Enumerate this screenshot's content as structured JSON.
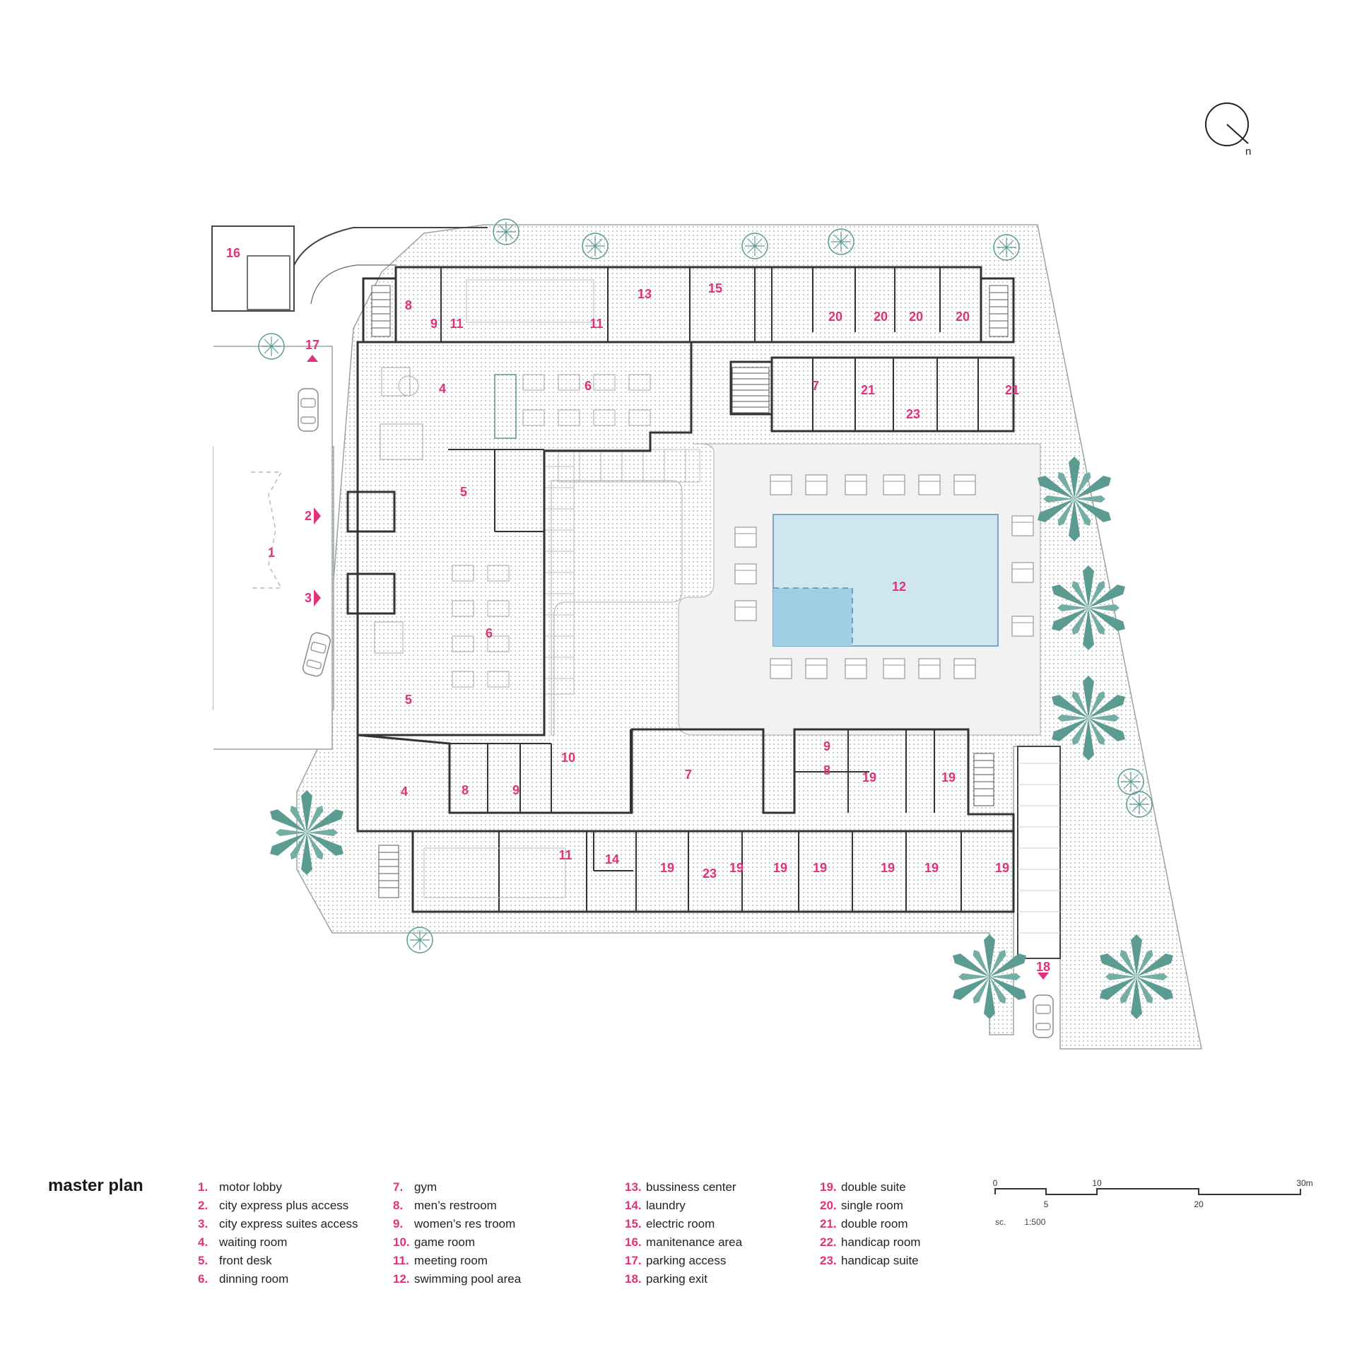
{
  "title": "master plan",
  "north_label": "n",
  "colors": {
    "accent": "#e0317a",
    "pool": "#cfe6f1",
    "pool_shallow": "#9fcfe4",
    "walls": "#333333",
    "landscape": "#9aa59f",
    "palm": "#5b9b92"
  },
  "legend": [
    {
      "num": "1.",
      "label": "motor lobby"
    },
    {
      "num": "2.",
      "label": "city express plus access"
    },
    {
      "num": "3.",
      "label": "city express suites access"
    },
    {
      "num": "4.",
      "label": "waiting room"
    },
    {
      "num": "5.",
      "label": "front desk"
    },
    {
      "num": "6.",
      "label": "dinning room"
    },
    {
      "num": "7.",
      "label": "gym"
    },
    {
      "num": "8.",
      "label": "men’s restroom"
    },
    {
      "num": "9.",
      "label": "women’s res troom"
    },
    {
      "num": "10.",
      "label": "game room"
    },
    {
      "num": "11.",
      "label": "meeting room"
    },
    {
      "num": "12.",
      "label": "swimming pool area"
    },
    {
      "num": "13.",
      "label": "bussiness center"
    },
    {
      "num": "14.",
      "label": "laundry"
    },
    {
      "num": "15.",
      "label": "electric room"
    },
    {
      "num": "16.",
      "label": "manitenance area"
    },
    {
      "num": "17.",
      "label": "parking access"
    },
    {
      "num": "18.",
      "label": "parking exit"
    },
    {
      "num": "19.",
      "label": "double suite"
    },
    {
      "num": "20.",
      "label": "single room"
    },
    {
      "num": "21.",
      "label": "double room"
    },
    {
      "num": "22.",
      "label": "handicap room"
    },
    {
      "num": "23.",
      "label": "handicap suite"
    }
  ],
  "scale_bar": {
    "top_labels": [
      "0",
      "10",
      "30m"
    ],
    "bottom_labels": [
      "5",
      "20"
    ],
    "prefix": "sc.",
    "ratio": "1:500"
  },
  "room_tags": [
    "1",
    "2",
    "3",
    "4",
    "4",
    "5",
    "5",
    "6",
    "6",
    "7",
    "7",
    "8",
    "8",
    "8",
    "9",
    "9",
    "9",
    "10",
    "11",
    "11",
    "11",
    "12",
    "13",
    "14",
    "15",
    "16",
    "17",
    "18",
    "19",
    "19",
    "19",
    "19",
    "19",
    "19",
    "19",
    "19",
    "19",
    "20",
    "20",
    "20",
    "20",
    "21",
    "21",
    "23",
    "23"
  ]
}
